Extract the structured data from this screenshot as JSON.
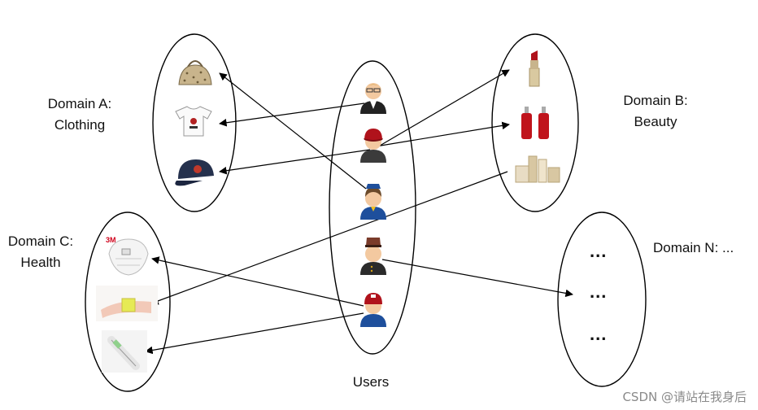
{
  "domains": {
    "a": {
      "line1": "Domain A:",
      "line2": "Clothing"
    },
    "b": {
      "line1": "Domain B:",
      "line2": "Beauty"
    },
    "c": {
      "line1": "Domain C:",
      "line2": "Health"
    },
    "n": {
      "line1": "Domain N: ..."
    }
  },
  "users_label": "Users",
  "ellipsis": "...",
  "watermark": "CSDN @请站在我身后",
  "item_logo_text": "3M",
  "colors": {
    "line": "#000000",
    "lipstick": "#b0121b",
    "cap": "#1f2a44",
    "uniform": "#1e4f9c"
  },
  "icons": {
    "clothing": [
      "handbag-icon",
      "tshirt-icon",
      "cap-icon"
    ],
    "beauty": [
      "lipstick-icon",
      "perfume-bottles-icon",
      "cream-jars-icon"
    ],
    "health": [
      "mask-icon",
      "bandage-icon",
      "thermometer-icon"
    ],
    "users": [
      "user-butler-icon",
      "user-red-cap-icon",
      "user-stewardess-icon",
      "user-bellhop-icon",
      "user-red-cap-2-icon"
    ]
  }
}
